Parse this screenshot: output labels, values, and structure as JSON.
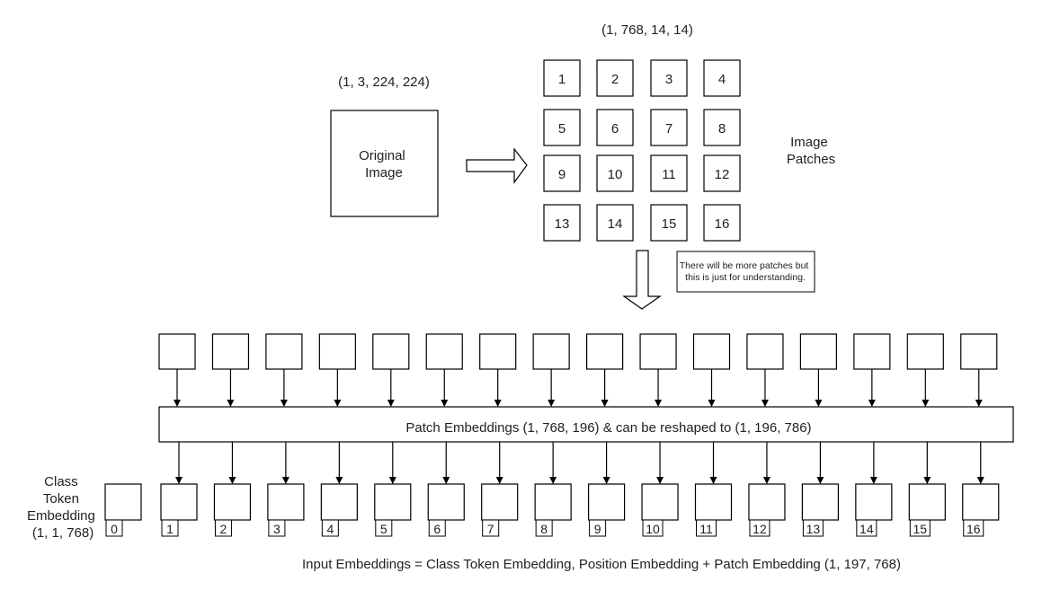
{
  "original_image": {
    "shape": "(1, 3, 224, 224)",
    "label_lines": [
      "Original",
      "Image"
    ]
  },
  "patches": {
    "shape": "(1, 768, 14, 14)",
    "numbers": [
      "1",
      "2",
      "3",
      "4",
      "5",
      "6",
      "7",
      "8",
      "9",
      "10",
      "11",
      "12",
      "13",
      "14",
      "15",
      "16"
    ],
    "label_lines": [
      "Image",
      "Patches"
    ]
  },
  "note_lines": [
    "There will be more patches but",
    "this is just for understanding."
  ],
  "patch_embeddings_label": "Patch Embeddings  (1, 768, 196) & can be reshaped to (1, 196, 786)",
  "class_token": {
    "label_lines": [
      "Class",
      "Token",
      "Embedding",
      "(1, 1, 768)"
    ],
    "index": "0"
  },
  "position_indices": [
    "1",
    "2",
    "3",
    "4",
    "5",
    "6",
    "7",
    "8",
    "9",
    "10",
    "11",
    "12",
    "13",
    "14",
    "15",
    "16"
  ],
  "footer_label": "Input Embeddings = Class Token Embedding, Position Embedding + Patch Embedding (1, 197, 768)"
}
